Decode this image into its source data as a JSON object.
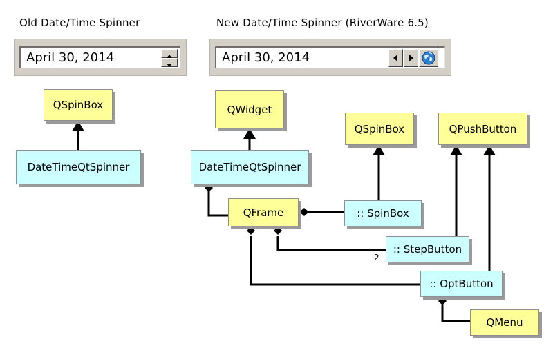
{
  "headings": {
    "old": "Old Date/Time Spinner",
    "new": "New Date/Time Spinner (RiverWare 6.5)"
  },
  "old_spinner": {
    "value": "April 30, 2014",
    "buttons": [
      "spin-up-icon",
      "spin-down-icon"
    ]
  },
  "new_spinner": {
    "value": "April 30, 2014",
    "buttons": [
      "step-back-icon",
      "step-forward-icon",
      "globe-icon"
    ]
  },
  "diagram": {
    "old": {
      "qspinbox": "QSpinBox",
      "datetime": "DateTimeQtSpinner"
    },
    "new": {
      "qwidget": "QWidget",
      "datetime": "DateTimeQtSpinner",
      "qframe": "QFrame",
      "qspinbox": "QSpinBox",
      "qpushbutton": "QPushButton",
      "spinbox": ":: SpinBox",
      "stepbutton": ":: StepButton",
      "optbutton": ":: OptButton",
      "qmenu": "QMenu",
      "stepbutton_multiplicity": "2"
    },
    "colors": {
      "base_class": "#ffff99",
      "custom_class": "#ccffff"
    }
  }
}
